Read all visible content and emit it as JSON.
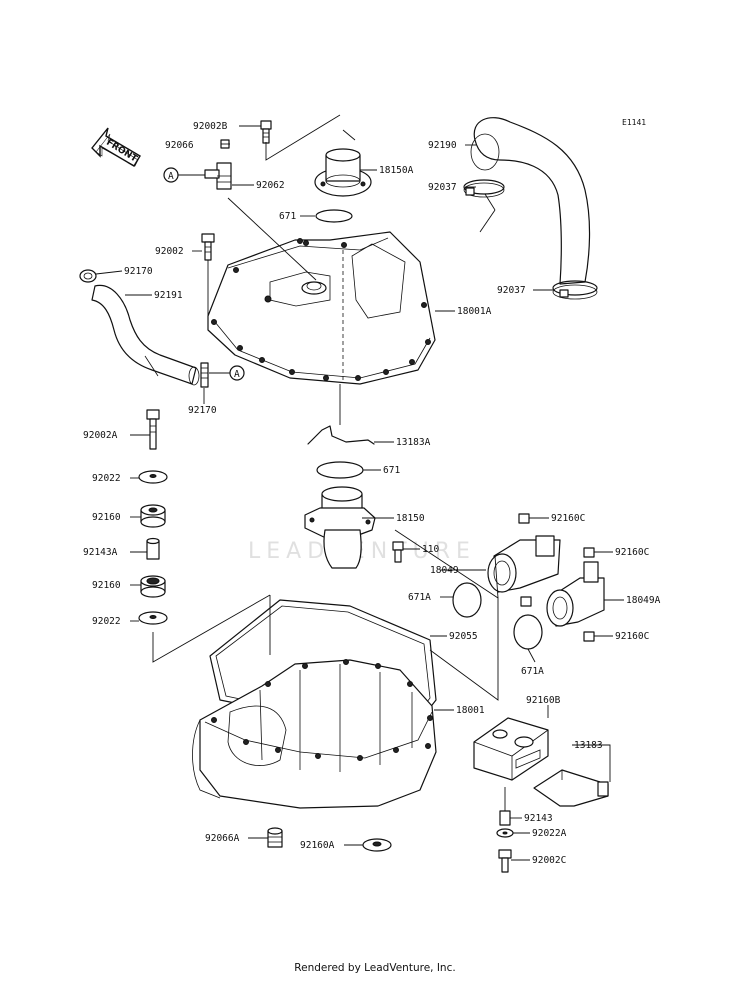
{
  "diagram_code": "E1141",
  "front_label": "FRONT",
  "callout": "A",
  "watermark": "LEADVENTURE",
  "footer": "Rendered by LeadVenture, Inc.",
  "parts": {
    "p92002B": "92002B",
    "p92066": "92066",
    "p92062": "92062",
    "p18150A": "18150A",
    "p92190": "92190",
    "p92037a": "92037",
    "p671a": "671",
    "p92002": "92002",
    "p92170a": "92170",
    "p92191": "92191",
    "p92037b": "92037",
    "p18001A": "18001A",
    "p92170b": "92170",
    "p92002A": "92002A",
    "p13183A": "13183A",
    "p92022a": "92022",
    "p671b": "671",
    "p18150": "18150",
    "p92160a": "92160",
    "p92160C1": "92160C",
    "p92143A": "92143A",
    "p110": "110",
    "p92160C2": "92160C",
    "p18049": "18049",
    "p92160b": "92160",
    "p18049A": "18049A",
    "p671A1": "671A",
    "p92022b": "92022",
    "p92055": "92055",
    "p92160C3": "92160C",
    "p671A2": "671A",
    "p18001": "18001",
    "p92160B": "92160B",
    "p13183": "13183",
    "p92143": "92143",
    "p92022A": "92022A",
    "p92066A": "92066A",
    "p92160A": "92160A",
    "p92002C": "92002C"
  }
}
